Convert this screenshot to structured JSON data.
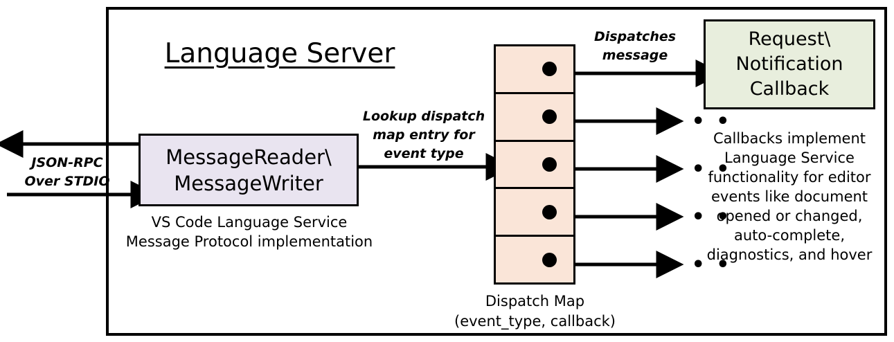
{
  "diagram": {
    "title": "Language Server",
    "left_channel": {
      "label_line1": "JSON-RPC",
      "label_line2": "Over STDIO",
      "outbound_arrow": "arrow-left",
      "inbound_arrow": "arrow-right"
    },
    "reader_box": {
      "line1": "MessageReader\\",
      "line2": "MessageWriter",
      "caption_line1": "VS Code Language Service",
      "caption_line2": "Message Protocol implementation",
      "fill": "#e9e4f0"
    },
    "lookup_label": {
      "line1": "Lookup dispatch",
      "line2": "map entry for",
      "line3": "event type"
    },
    "dispatch_map": {
      "caption_line1": "Dispatch Map",
      "caption_line2": "(event_type, callback)",
      "fill": "#fae5d8",
      "rows": [
        {
          "index": 1,
          "target": "callback-box"
        },
        {
          "index": 2,
          "target": "ellipsis"
        },
        {
          "index": 3,
          "target": "ellipsis"
        },
        {
          "index": 4,
          "target": "ellipsis"
        },
        {
          "index": 5,
          "target": "ellipsis"
        }
      ],
      "ellipsis": "• • •"
    },
    "dispatches_label": {
      "line1": "Dispatches",
      "line2": "message"
    },
    "callback_box": {
      "line1": "Request\\",
      "line2": "Notification",
      "line3": "Callback",
      "fill": "#e8eedd"
    },
    "callback_description": {
      "line1": "Callbacks implement",
      "line2": "Language Service",
      "line3": "functionality for editor",
      "line4": "events like document",
      "line5": "opened or changed,",
      "line6": "auto-complete,",
      "line7": "diagnostics, and hover"
    },
    "colors": {
      "stroke": "#000000",
      "background": "#ffffff"
    }
  }
}
